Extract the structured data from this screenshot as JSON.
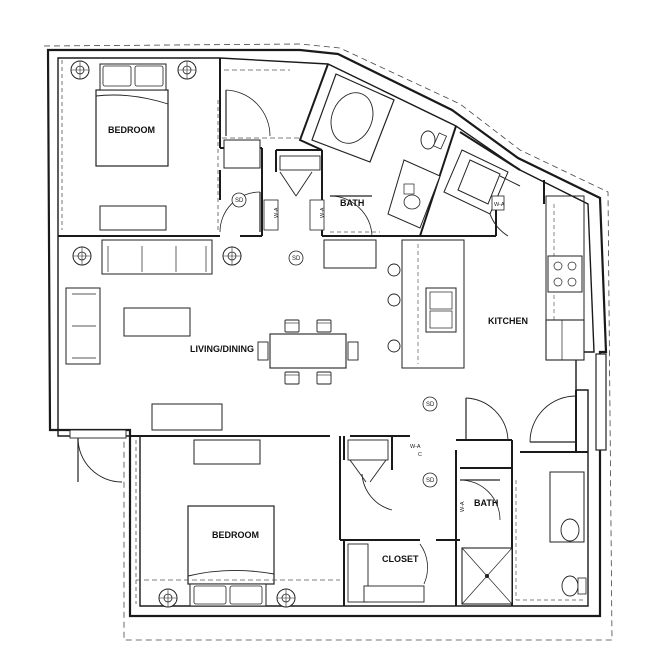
{
  "rooms": {
    "bedroom_top": "BEDROOM",
    "bath_top": "BATH",
    "living_dining": "LIVING/DINING",
    "kitchen": "KITCHEN",
    "bedroom_bottom": "BEDROOM",
    "closet": "CLOSET",
    "bath_bottom": "BATH"
  },
  "symbols": {
    "smoke_detector": "SD",
    "washer_dryer": "W-A",
    "washer_dryer_sub": "C"
  },
  "colors": {
    "line": "#1a1a1a",
    "background": "#ffffff"
  }
}
